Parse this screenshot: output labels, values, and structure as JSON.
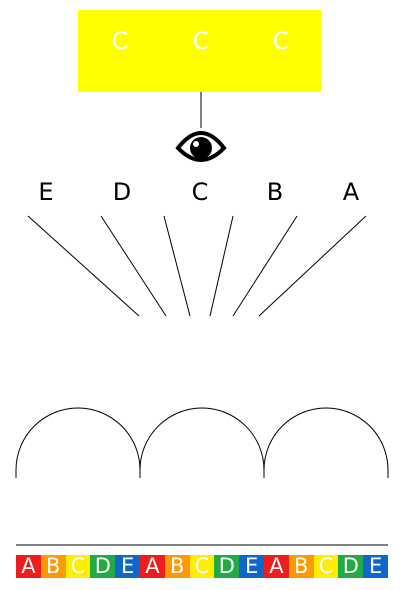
{
  "display": {
    "color": "#ffff00",
    "letters": [
      "C",
      "C",
      "C"
    ]
  },
  "eye_icon": "eye-icon",
  "lens_labels": [
    "E",
    "D",
    "C",
    "B",
    "A"
  ],
  "strip": {
    "cells": [
      {
        "label": "A",
        "color": "#ee1c1c"
      },
      {
        "label": "B",
        "color": "#ff9900"
      },
      {
        "label": "C",
        "color": "#ffee00"
      },
      {
        "label": "D",
        "color": "#22aa44"
      },
      {
        "label": "E",
        "color": "#1166cc"
      },
      {
        "label": "A",
        "color": "#ee1c1c"
      },
      {
        "label": "B",
        "color": "#ff9900"
      },
      {
        "label": "C",
        "color": "#ffee00"
      },
      {
        "label": "D",
        "color": "#22aa44"
      },
      {
        "label": "E",
        "color": "#1166cc"
      },
      {
        "label": "A",
        "color": "#ee1c1c"
      },
      {
        "label": "B",
        "color": "#ff9900"
      },
      {
        "label": "C",
        "color": "#ffee00"
      },
      {
        "label": "D",
        "color": "#22aa44"
      },
      {
        "label": "E",
        "color": "#1166cc"
      }
    ]
  }
}
